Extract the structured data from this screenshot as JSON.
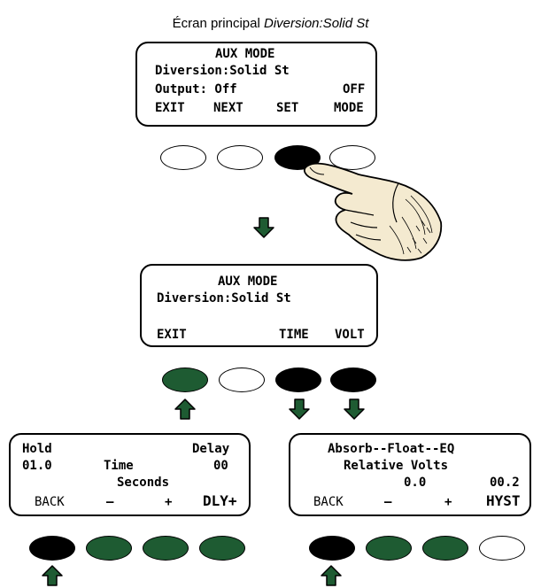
{
  "caption": {
    "main": "Écran principal ",
    "italic": "Diversion:Solid St"
  },
  "screen1": {
    "line1": "AUX MODE",
    "line2": "Diversion:Solid St",
    "line3_left": "Output: Off",
    "line3_right": "OFF",
    "keys": [
      "EXIT",
      "NEXT",
      "SET",
      "MODE"
    ]
  },
  "screen2": {
    "line1": "AUX MODE",
    "line2": "Diversion:Solid St",
    "keys": [
      "EXIT",
      "TIME",
      "VOLT"
    ]
  },
  "screen3": {
    "hold": "Hold",
    "delay": "Delay",
    "hold_value": "01.0",
    "time": "Time",
    "delay_value": "00",
    "seconds": "Seconds",
    "keys": [
      "BACK",
      "–",
      "+",
      "DLY+"
    ]
  },
  "screen4": {
    "line1": "Absorb--Float--EQ",
    "line2": "Relative Volts",
    "value1": "0.0",
    "value2": "00.2",
    "keys": [
      "BACK",
      "–",
      "+",
      "HYST"
    ]
  },
  "colors": {
    "green": "#1e5b32",
    "black": "#000000",
    "white": "#ffffff",
    "skin": "#f4ead0"
  },
  "icons": [
    "pointing-hand-icon",
    "arrow-down-icon",
    "arrow-up-icon"
  ]
}
